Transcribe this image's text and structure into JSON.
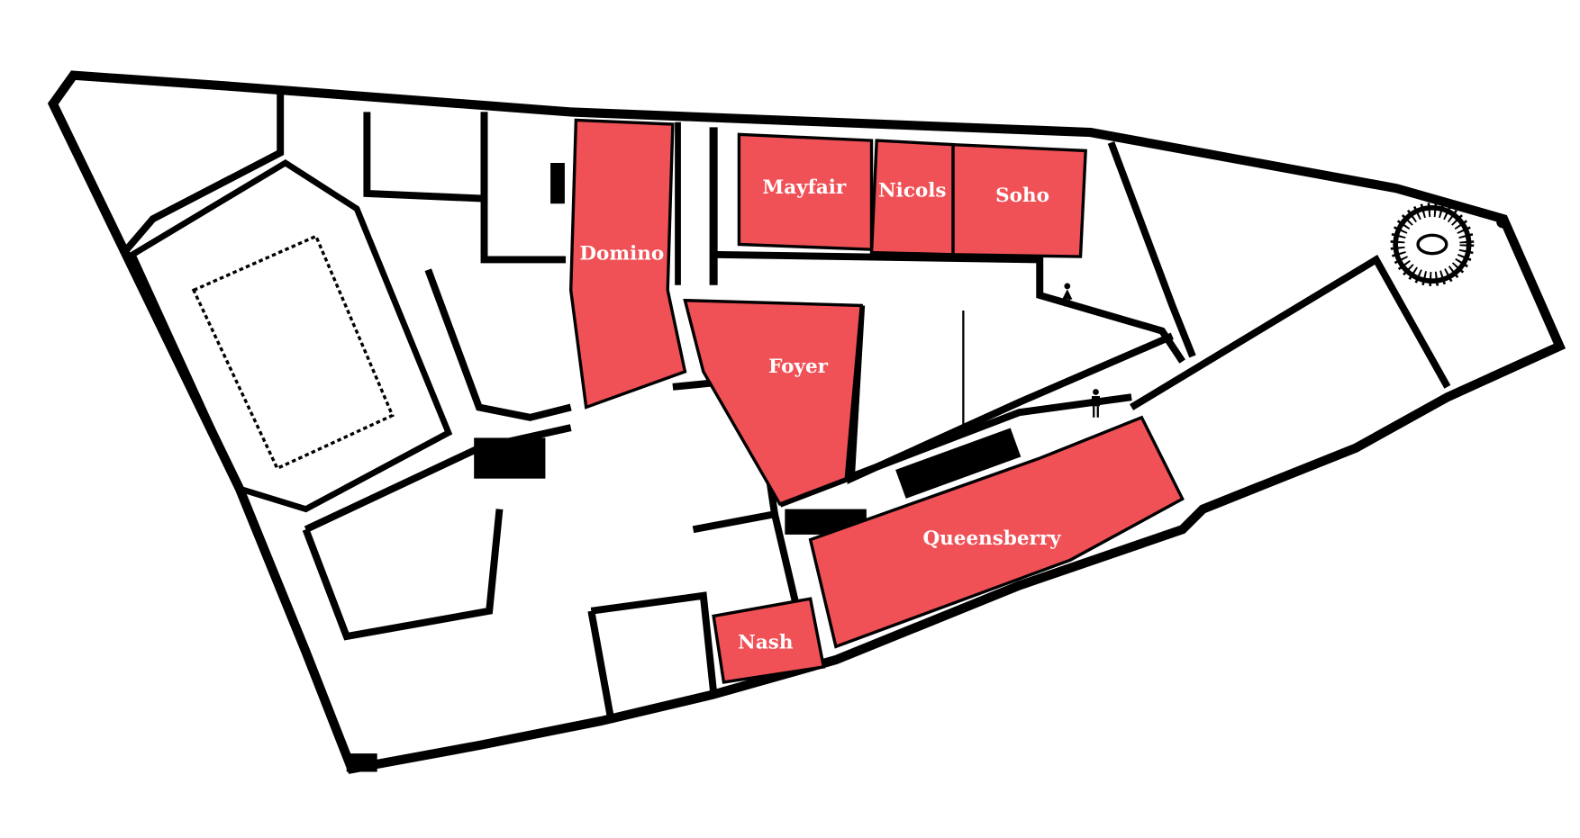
{
  "plan": {
    "highlight_color": "#f05157",
    "rooms": [
      {
        "id": "domino",
        "label": "Domino"
      },
      {
        "id": "mayfair",
        "label": "Mayfair"
      },
      {
        "id": "nicols",
        "label": "Nicols"
      },
      {
        "id": "soho",
        "label": "Soho"
      },
      {
        "id": "foyer",
        "label": "Foyer"
      },
      {
        "id": "queensberry",
        "label": "Queensberry"
      },
      {
        "id": "nash",
        "label": "Nash"
      }
    ],
    "icons": [
      "female-toilet-icon",
      "male-toilet-icon",
      "spiral-staircase-icon"
    ]
  }
}
